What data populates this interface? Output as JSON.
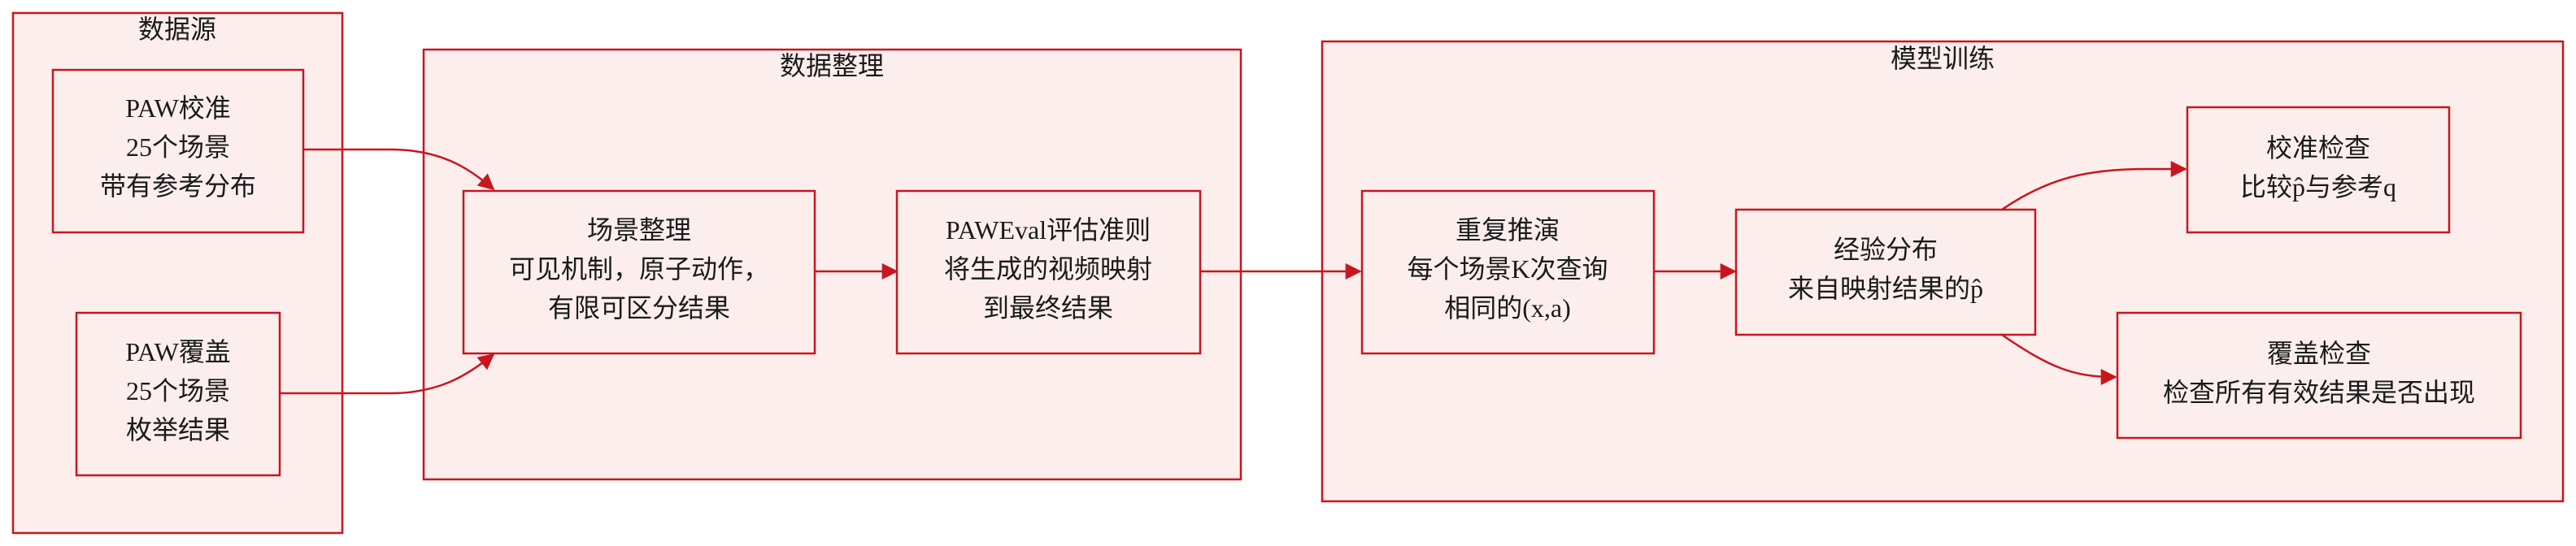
{
  "groups": {
    "sources": {
      "title": "数据源"
    },
    "curation": {
      "title": "数据整理"
    },
    "training": {
      "title": "模型训练"
    }
  },
  "nodes": {
    "paw_calibration": {
      "lines": [
        "PAW校准",
        "25个场景",
        "带有参考分布"
      ]
    },
    "paw_coverage": {
      "lines": [
        "PAW覆盖",
        "25个场景",
        "枚举结果"
      ]
    },
    "scene_curation": {
      "lines": [
        "场景整理",
        "可见机制，原子动作，",
        "有限可区分结果"
      ]
    },
    "paweval": {
      "lines": [
        "PAWEval评估准则",
        "将生成的视频映射",
        "到最终结果"
      ]
    },
    "repeated_inference": {
      "lines": [
        "重复推演",
        "每个场景K次查询",
        "相同的(x,a)"
      ]
    },
    "empirical_dist": {
      "lines": [
        "经验分布",
        "来自映射结果的p̂"
      ]
    },
    "calibration_check": {
      "lines": [
        "校准检查",
        "比较p̂与参考q"
      ]
    },
    "coverage_check": {
      "lines": [
        "覆盖检查",
        "检查所有有效结果是否出现"
      ]
    }
  },
  "colors": {
    "stroke": "#c8161d",
    "fill": "#fdeeee",
    "text": "#1a1a1a"
  }
}
